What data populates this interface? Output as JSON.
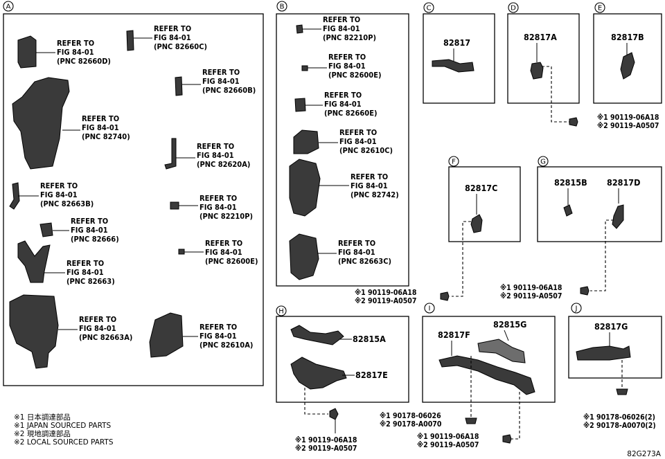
{
  "panels": {
    "A": {
      "letter": "A",
      "refs": [
        {
          "l1": "REFER TO",
          "l2": "FIG 84-01",
          "l3": "(PNC 82660D)"
        },
        {
          "l1": "REFER TO",
          "l2": "FIG 84-01",
          "l3": "(PNC 82660C)"
        },
        {
          "l1": "REFER TO",
          "l2": "FIG 84-01",
          "l3": "(PNC 82660B)"
        },
        {
          "l1": "REFER TO",
          "l2": "FIG 84-01",
          "l3": "(PNC 82740)"
        },
        {
          "l1": "REFER TO",
          "l2": "FIG 84-01",
          "l3": "(PNC 82620A)"
        },
        {
          "l1": "REFER TO",
          "l2": "FIG 84-01",
          "l3": "(PNC 82663B)"
        },
        {
          "l1": "REFER TO",
          "l2": "FIG 84-01",
          "l3": "(PNC 82210P)"
        },
        {
          "l1": "REFER TO",
          "l2": "FIG 84-01",
          "l3": "(PNC 82666)"
        },
        {
          "l1": "REFER TO",
          "l2": "FIG 84-01",
          "l3": "(PNC 82600E)"
        },
        {
          "l1": "REFER TO",
          "l2": "FIG 84-01",
          "l3": "(PNC 82663)"
        },
        {
          "l1": "REFER TO",
          "l2": "FIG 84-01",
          "l3": "(PNC 82663A)"
        },
        {
          "l1": "REFER TO",
          "l2": "FIG 84-01",
          "l3": "(PNC 82610A)"
        }
      ]
    },
    "B": {
      "letter": "B",
      "refs": [
        {
          "l1": "REFER TO",
          "l2": "FIG 84-01",
          "l3": "(PNC 82210P)"
        },
        {
          "l1": "REFER TO",
          "l2": "FIG 84-01",
          "l3": "(PNC 82600E)"
        },
        {
          "l1": "REFER TO",
          "l2": "FIG 84-01",
          "l3": "(PNC 82660E)"
        },
        {
          "l1": "REFER TO",
          "l2": "FIG 84-01",
          "l3": "(PNC 82610C)"
        },
        {
          "l1": "REFER TO",
          "l2": "FIG 84-01",
          "l3": "(PNC 82742)"
        },
        {
          "l1": "REFER TO",
          "l2": "FIG 84-01",
          "l3": "(PNC 82663C)"
        }
      ]
    },
    "C": {
      "letter": "C",
      "part": "82817"
    },
    "D": {
      "letter": "D",
      "part": "82817A"
    },
    "E": {
      "letter": "E",
      "part": "82817B"
    },
    "F": {
      "letter": "F",
      "part": "82817C"
    },
    "G": {
      "letter": "G",
      "parts": [
        "82815B",
        "82817D"
      ]
    },
    "H": {
      "letter": "H",
      "parts": [
        "82815A",
        "82817E"
      ]
    },
    "I": {
      "letter": "I",
      "parts": [
        "82817F",
        "82815G"
      ]
    },
    "J": {
      "letter": "J",
      "part": "82817G"
    }
  },
  "bolts": {
    "de": {
      "l1": "※1 90119-06A18",
      "l2": "※2 90119-A0507"
    },
    "f": {
      "l1": "※1 90119-06A18",
      "l2": "※2 90119-A0507"
    },
    "g": {
      "l1": "※1 90119-06A18",
      "l2": "※2 90119-A0507"
    },
    "h": {
      "l1": "※1 90119-06A18",
      "l2": "※2 90119-A0507"
    },
    "i1": {
      "l1": "※1 90178-06026",
      "l2": "※2 90178-A0070"
    },
    "i2": {
      "l1": "※1 90119-06A18",
      "l2": "※2 90119-A0507"
    },
    "j": {
      "l1": "※1 90178-06026(2)",
      "l2": "※2 90178-A0070(2)"
    }
  },
  "legend": [
    "※1 日本調達部品",
    "※1 JAPAN SOURCED PARTS",
    "※2 現地調達部品",
    "※2 LOCAL SOURCED PARTS"
  ],
  "figure_code": "82G273A"
}
